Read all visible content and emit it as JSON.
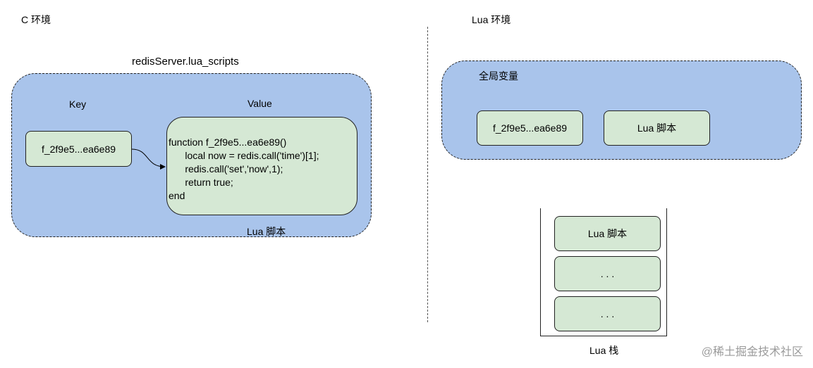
{
  "c_env": {
    "title": "C 环境",
    "container_label": "redisServer.lua_scripts",
    "key_header": "Key",
    "value_header": "Value",
    "key_text": "f_2f9e5...ea6e89",
    "code_lines": [
      "function f_2f9e5...ea6e89()",
      "      local now = redis.call('time')[1];",
      "      redis.call('set','now',1);",
      "      return true;",
      "end"
    ],
    "value_caption": "Lua 脚本"
  },
  "lua_env": {
    "title": "Lua 环境",
    "globals_label": "全局变量",
    "global_key": "f_2f9e5...ea6e89",
    "global_value": "Lua 脚本",
    "stack_items": [
      "Lua 脚本",
      ". . .",
      ". . ."
    ],
    "stack_label": "Lua 栈"
  },
  "watermark": "@稀土掘金技术社区",
  "colors": {
    "region_fill": "#a9c4eb",
    "box_fill": "#d5e8d4",
    "stroke": "#222222"
  }
}
